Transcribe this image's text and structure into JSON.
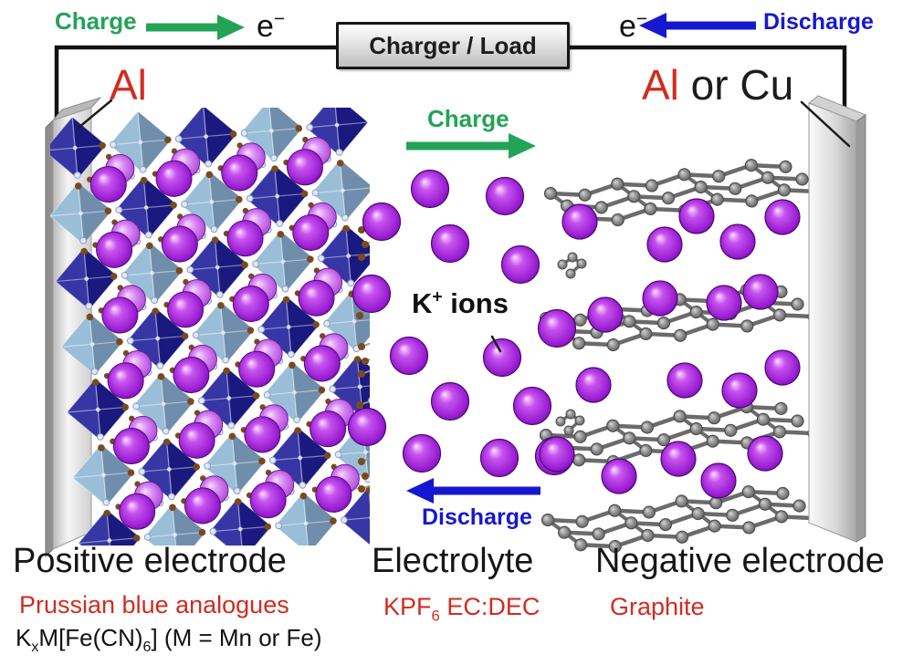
{
  "colors": {
    "charge_green": "#23a356",
    "discharge_blue": "#1618cf",
    "accent_red": "#d32b20",
    "ion_purple": "#9a1ed2",
    "ion_purple_light": "#c46ae8",
    "pba_dark_blue": "#20209a",
    "pba_light_blue": "#8fb7d4",
    "cn_brown": "#7a4a1e",
    "cn_white": "#dfe8f6",
    "graphite_gray": "#8a8a8a",
    "wire_black": "#131313",
    "electrode_gray": "#c9c9c9"
  },
  "circuit": {
    "charge_label": "Charge",
    "discharge_label": "Discharge",
    "charger_load_label": "Charger / Load",
    "electron": {
      "base": "e",
      "sup": "−"
    }
  },
  "electrodes": {
    "left_label": "Al",
    "right_label_red": "Al",
    "right_label_rest": " or Cu"
  },
  "electrolyte": {
    "charge_label": "Charge",
    "discharge_label": "Discharge",
    "ion_label": {
      "base": "K",
      "sup": "+",
      "rest": " ions"
    }
  },
  "footer": {
    "positive": {
      "title": "Positive electrode",
      "subtitle": "Prussian blue analogues",
      "formula": {
        "p1": "K",
        "s1": "x",
        "p2": "M[Fe(CN)",
        "s2": "6",
        "p3": "] (M = Mn or Fe)"
      }
    },
    "electrolyte": {
      "title": "Electrolyte",
      "salt": {
        "p1": "KPF",
        "s1": "6",
        "p2": " EC:DEC"
      }
    },
    "negative": {
      "title": "Negative electrode",
      "subtitle": "Graphite"
    }
  }
}
